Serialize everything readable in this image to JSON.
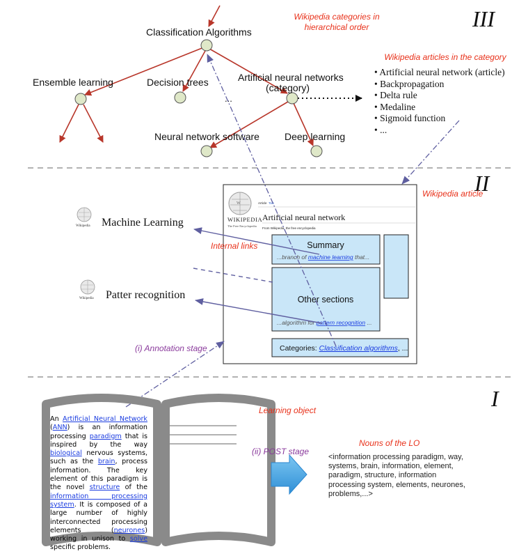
{
  "levels": {
    "top": "III",
    "middle": "II",
    "bottom": "I"
  },
  "tree": {
    "root": "Classification Algorithms",
    "children": [
      "Ensemble learning",
      "Decision trees",
      "...",
      "Artificial neural networks",
      "(category)"
    ],
    "grandchildren": [
      "Neural network software",
      "Deep learning"
    ]
  },
  "annotations": {
    "categories_note": [
      "Wikipedia categories in",
      "hierarchical order"
    ],
    "articles_note": "Wikipedia articles in the category",
    "article_label": "Wikipedia article",
    "internal_links": "Internal links",
    "annotation_stage": "(i) Annotation stage",
    "learning_object": "Learning object",
    "post_stage": "(ii) POST stage",
    "nouns_title": "Nouns of the LO"
  },
  "articles": [
    "Artificial neural network (article)",
    "Backpropagation",
    "Delta rule",
    "Medaline",
    "Sigmoid function",
    "..."
  ],
  "wiki": {
    "logo_title": "Wikipedia",
    "logo_sub": "The Free Encyclopedia",
    "tabs": [
      "Article",
      "Talk"
    ],
    "title": "Artificial neural network",
    "from": "From Wikipedia, the free encyclopedia",
    "summary_title": "Summary",
    "summary_pre": "...branch of ",
    "summary_link": "machine learning",
    "summary_post": " that...",
    "other_title": "Other sections",
    "other_pre": "...algorithm for ",
    "other_link": "pattern recognition",
    "other_post": " ...",
    "cat_pre": "Categories: ",
    "cat_link": "Classification algorithms",
    "cat_post": ", ..."
  },
  "linked_pages": [
    "Machine Learning",
    "Patter recognition"
  ],
  "lo_text": {
    "p1": "An ",
    "l1": "Artificial Neural Network",
    "p2": " (",
    "l2": "ANN",
    "p3": ") is an information processing ",
    "l3": "paradigm",
    "p4": " that is inspired by the way ",
    "l4": "biological",
    "p5": " nervous systems, such as the ",
    "l5": "brain",
    "p6": ", process information. The key element of this paradigm is the novel ",
    "l6": "structure",
    "p7": " of the ",
    "l7": "information processing system",
    "p8": ". It is composed of a large number of highly interconnected processing elements (",
    "l8": "neurones",
    "p9": ") working in unison to ",
    "l9": "solve",
    "p10": " specific problems."
  },
  "nouns": "<information processing paradigm, way, systems, brain, information, element, paradigm, structure, information processing system, elements, neurones, problems,...>",
  "colors": {
    "red_arrow": "#b8362a",
    "purple_arrow": "#5f5fa0",
    "box_fill": "#c9e6f8",
    "dash_sep": "#999999",
    "blue_arrow": "#3aa3e3"
  }
}
